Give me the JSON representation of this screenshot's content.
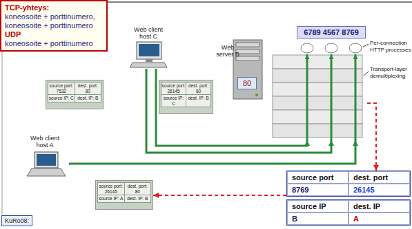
{
  "diagram": {
    "nodes": [
      {
        "text": [
          "TCP-yhteys:",
          "koneosoite + porttinumero, koneosoite + porttinumero",
          "UDP",
          "koneosoite + porttinumero"
        ]
      },
      {
        "text": [
          "Web client host C"
        ]
      },
      {
        "text": [
          "source port: 7532",
          "dest. port: 80",
          "source IP: C",
          "dest. IP: B"
        ]
      },
      {
        "text": [
          "source port: 26145",
          "dest. port: 80",
          "source IP: C",
          "dest. IP: B"
        ]
      },
      {
        "text": [
          "Web server B"
        ]
      },
      {
        "text": [
          "6789 4567 8769"
        ],
        "in": 4
      },
      {
        "text": [
          "80"
        ],
        "in": 4
      },
      {
        "text": [
          "Web client host A"
        ]
      },
      {
        "text": [
          "source port: 26145",
          "dest. port: 80",
          "source IP: A",
          "dest. IP: B"
        ]
      },
      {
        "text": [
          "source port",
          "dest. port",
          "8769",
          "26145",
          "source IP",
          "dest. IP",
          "B",
          "A"
        ]
      }
    ],
    "edges": [
      {
        "from": 1,
        "to": 4,
        "arrow": "to"
      },
      {
        "from": 1,
        "to": 4,
        "arrow": "to"
      },
      {
        "from": 7,
        "to": 4,
        "arrow": "to"
      },
      {
        "from": 4,
        "to": 9,
        "arrow": "to"
      },
      {
        "from": 9,
        "to": 8,
        "arrow": "to"
      }
    ],
    "labels": [
      "Per-connection HTTP processes",
      "Transport-layer demultiplexing",
      "KuRo08:"
    ]
  }
}
